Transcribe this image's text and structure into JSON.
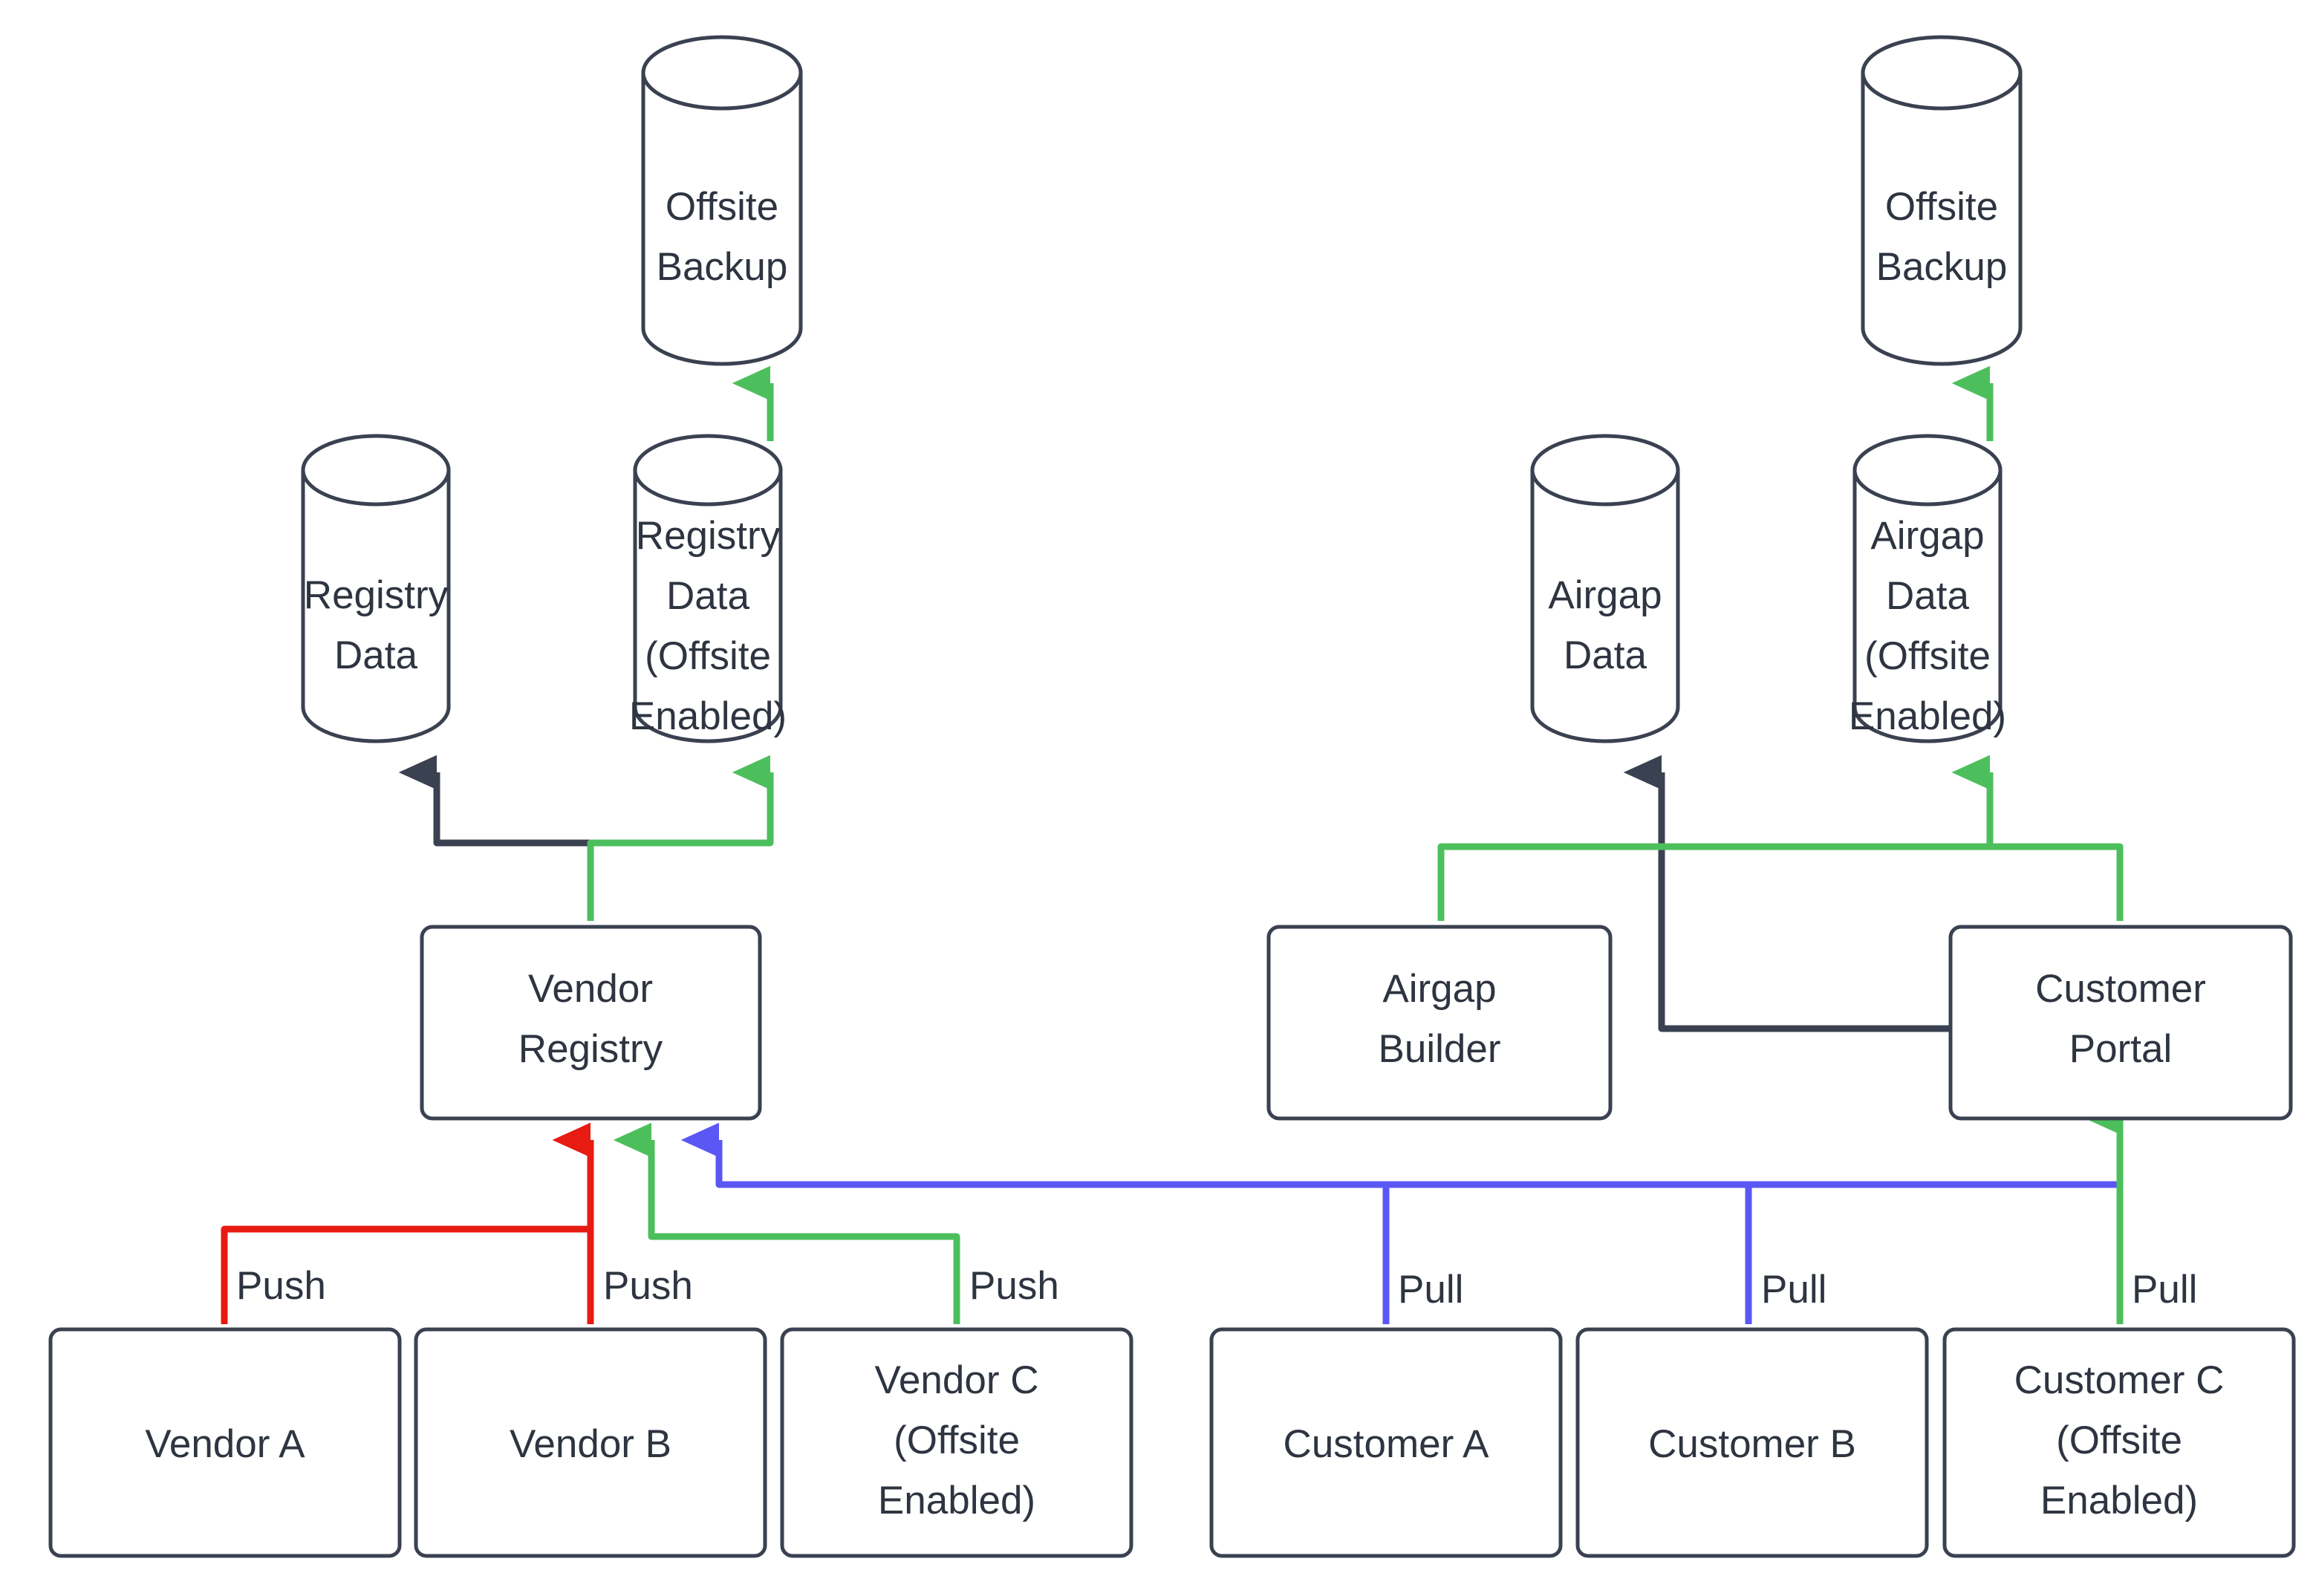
{
  "diagram": {
    "type": "flowchart",
    "colors": {
      "stroke_dark": "#3a4150",
      "text": "#2e3440",
      "green": "#4cbf5c",
      "red": "#e81b12",
      "blue": "#5b57f5",
      "background": "#ffffff"
    },
    "nodes": {
      "offsite_backup_left": {
        "label_line1": "Offsite",
        "label_line2": "Backup",
        "shape": "cylinder"
      },
      "offsite_backup_right": {
        "label_line1": "Offsite",
        "label_line2": "Backup",
        "shape": "cylinder"
      },
      "registry_data": {
        "label_line1": "Registry",
        "label_line2": "Data",
        "shape": "cylinder"
      },
      "registry_data_offsite": {
        "label_line1": "Registry",
        "label_line2": "Data",
        "label_line3": "(Offsite",
        "label_line4": "Enabled)",
        "shape": "cylinder"
      },
      "airgap_data": {
        "label_line1": "Airgap",
        "label_line2": "Data",
        "shape": "cylinder"
      },
      "airgap_data_offsite": {
        "label_line1": "Airgap",
        "label_line2": "Data",
        "label_line3": "(Offsite",
        "label_line4": "Enabled)",
        "shape": "cylinder"
      },
      "vendor_registry": {
        "label_line1": "Vendor",
        "label_line2": "Registry",
        "shape": "rounded-rect"
      },
      "airgap_builder": {
        "label_line1": "Airgap",
        "label_line2": "Builder",
        "shape": "rounded-rect"
      },
      "customer_portal": {
        "label_line1": "Customer",
        "label_line2": "Portal",
        "shape": "rounded-rect"
      },
      "vendor_a": {
        "label_line1": "Vendor A",
        "shape": "rounded-rect"
      },
      "vendor_b": {
        "label_line1": "Vendor B",
        "shape": "rounded-rect"
      },
      "vendor_c": {
        "label_line1": "Vendor C",
        "label_line2": "(Offsite",
        "label_line3": "Enabled)",
        "shape": "rounded-rect"
      },
      "customer_a": {
        "label_line1": "Customer A",
        "shape": "rounded-rect"
      },
      "customer_b": {
        "label_line1": "Customer B",
        "shape": "rounded-rect"
      },
      "customer_c": {
        "label_line1": "Customer C",
        "label_line2": "(Offsite",
        "label_line3": "Enabled)",
        "shape": "rounded-rect"
      }
    },
    "edge_labels": {
      "vendor_a_push": "Push",
      "vendor_b_push": "Push",
      "vendor_c_push": "Push",
      "customer_a_pull": "Pull",
      "customer_b_pull": "Pull",
      "customer_c_pull": "Pull"
    },
    "edges": [
      {
        "from": "registry_data_offsite",
        "to": "offsite_backup_left",
        "color": "green",
        "label": ""
      },
      {
        "from": "vendor_registry",
        "to": "registry_data",
        "color": "dark",
        "label": ""
      },
      {
        "from": "vendor_registry",
        "to": "registry_data_offsite",
        "color": "green",
        "label": ""
      },
      {
        "from": "vendor_a",
        "to": "vendor_registry",
        "color": "red",
        "label": "Push"
      },
      {
        "from": "vendor_b",
        "to": "vendor_registry",
        "color": "red",
        "label": "Push"
      },
      {
        "from": "vendor_c",
        "to": "vendor_registry",
        "color": "green",
        "label": "Push"
      },
      {
        "from": "customer_portal",
        "to": "vendor_registry",
        "color": "blue",
        "label": ""
      },
      {
        "from": "airgap_data_offsite",
        "to": "offsite_backup_right",
        "color": "green",
        "label": ""
      },
      {
        "from": "customer_portal",
        "to": "airgap_data",
        "color": "dark",
        "label": ""
      },
      {
        "from": "airgap_builder",
        "to": "airgap_data_offsite",
        "color": "green",
        "label": ""
      },
      {
        "from": "customer_portal",
        "to": "airgap_data_offsite",
        "color": "green",
        "label": ""
      },
      {
        "from": "customer_a",
        "to": "customer_portal",
        "color": "blue",
        "label": "Pull"
      },
      {
        "from": "customer_b",
        "to": "customer_portal",
        "color": "blue",
        "label": "Pull"
      },
      {
        "from": "customer_c",
        "to": "customer_portal",
        "color": "green",
        "label": "Pull"
      }
    ]
  }
}
